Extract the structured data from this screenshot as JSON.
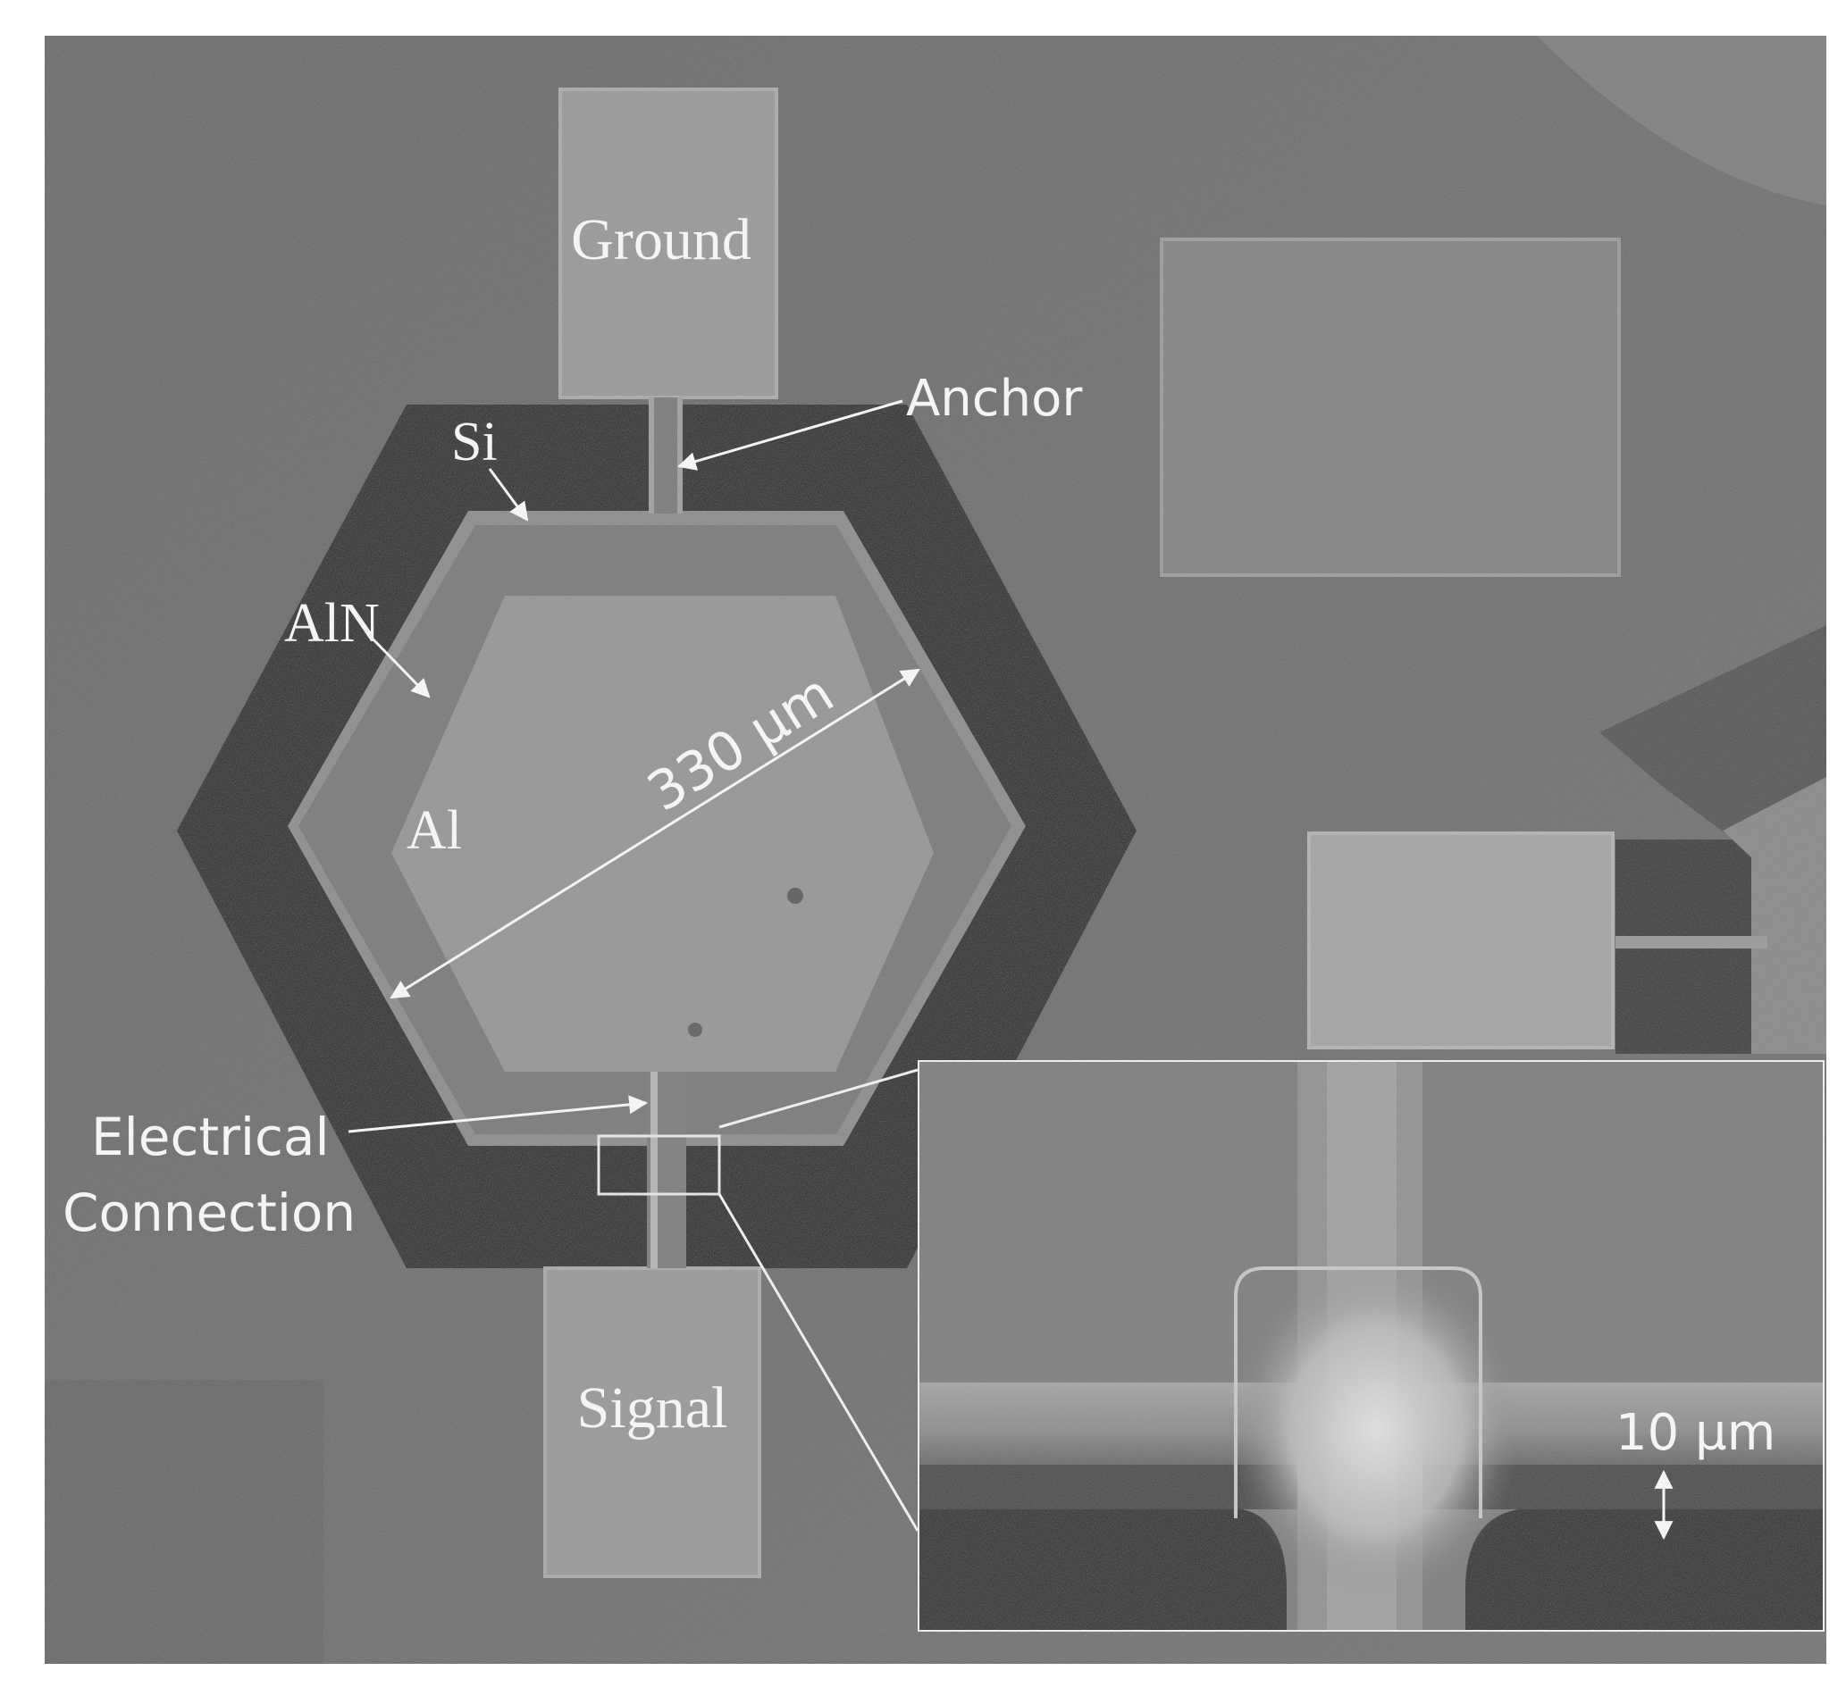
{
  "labels": {
    "ground": "Ground",
    "anchor": "Anchor",
    "si": "Si",
    "aln": "AlN",
    "al": "Al",
    "dimension": "330 µm",
    "electrical_line1": "Electrical",
    "electrical_line2": "Connection",
    "signal": "Signal",
    "inset_scale": "10 µm"
  },
  "colors": {
    "background": "#6e6e6e",
    "trench": "#2b2b2b",
    "aln_ring": "#787878",
    "al_electrode": "#959595",
    "pad": "#9a9a9a",
    "annotation": "#f4f4f4"
  }
}
